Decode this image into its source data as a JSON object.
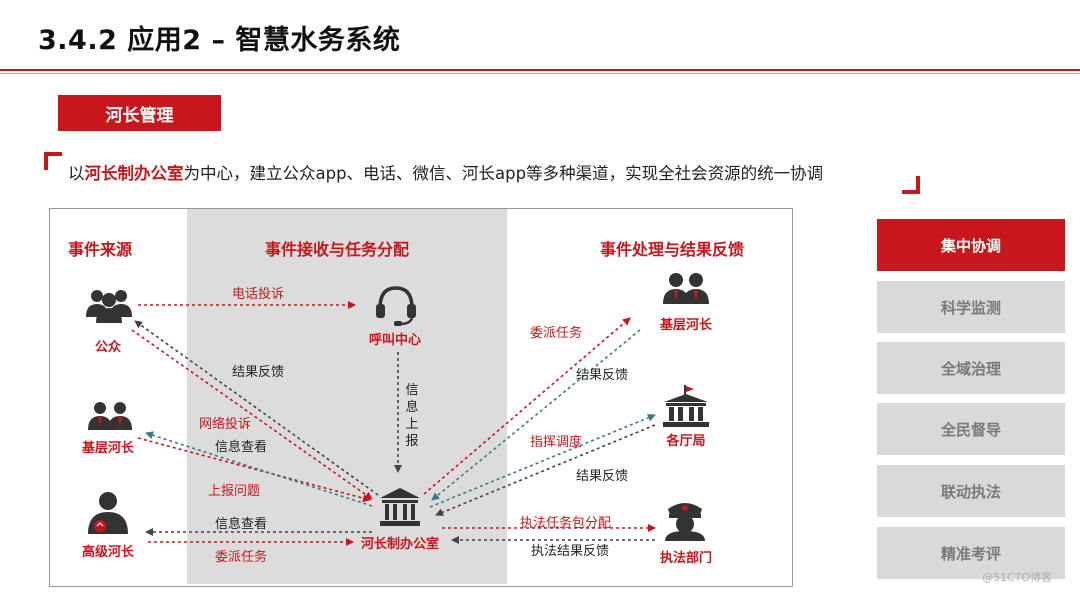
{
  "header": {
    "title": "3.4.2 应用2 –  智慧水务系统"
  },
  "section_tag": "河长管理",
  "intro": {
    "prefix": "以",
    "highlight": "河长制办公室",
    "suffix": "为中心，建立公众app、电话、微信、河长app等多种渠道，实现全社会资源的统一协调"
  },
  "diagram": {
    "columns": {
      "source": "事件来源",
      "receive": "事件接收与任务分配",
      "handle": "事件处理与结果反馈"
    },
    "nodes": {
      "public": "公众",
      "grass_chief_left": "基层河长",
      "senior_chief": "高级河长",
      "call_center": "呼叫中心",
      "office": "河长制办公室",
      "grass_chief_right": "基层河长",
      "bureaus": "各厅局",
      "enforcement": "执法部门"
    },
    "edges": {
      "phone_complaint": "电话投诉",
      "result_feedback_public": "结果反馈",
      "info_report": "信息上报",
      "web_complaint": "网络投诉",
      "info_view_left": "信息查看",
      "report_issue": "上报问题",
      "info_view_senior": "信息查看",
      "assign_task_senior": "委派任务",
      "assign_task_right": "委派任务",
      "result_feedback_grass": "结果反馈",
      "command_dispatch": "指挥调度",
      "result_feedback_bureau": "结果反馈",
      "enforcement_task": "执法任务包分配",
      "enforcement_result": "执法结果反馈"
    },
    "colors": {
      "accent": "#c8161d",
      "dark": "#333333",
      "band": "#dcdcdc",
      "teal": "#3a7a82"
    }
  },
  "sidebar": {
    "items": [
      {
        "label": "集中协调",
        "active": true
      },
      {
        "label": "科学监测",
        "active": false
      },
      {
        "label": "全域治理",
        "active": false
      },
      {
        "label": "全民督导",
        "active": false
      },
      {
        "label": "联动执法",
        "active": false
      },
      {
        "label": "精准考评",
        "active": false
      }
    ]
  },
  "watermark": "@51CTO博客"
}
